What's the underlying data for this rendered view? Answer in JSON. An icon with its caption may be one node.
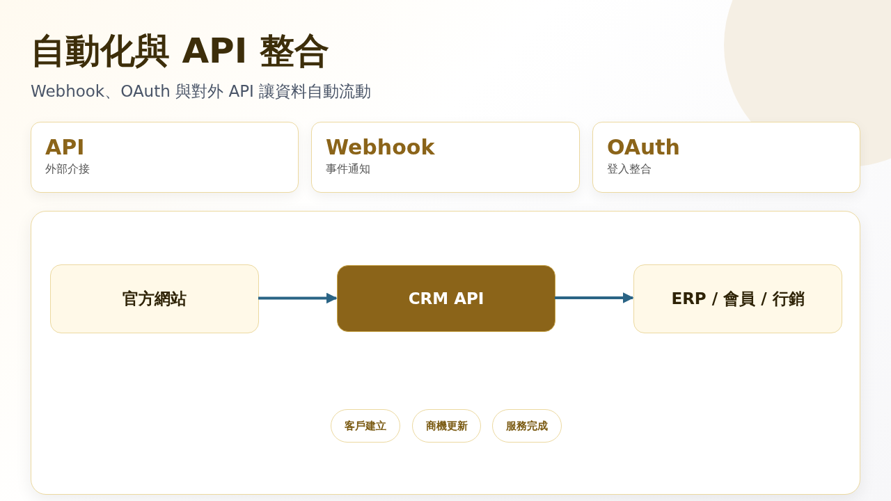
{
  "diagram": {
    "title": "自動化與 API 整合",
    "nodes": [
      {
        "text": [
          "API",
          "外部介接"
        ]
      },
      {
        "text": [
          "Webhook",
          "事件通知"
        ]
      },
      {
        "text": [
          "OAuth",
          "登入整合"
        ]
      },
      {
        "text": [],
        "shape": "box"
      },
      {
        "text": [
          "官方網站"
        ],
        "in": 3
      },
      {
        "text": [
          "CRM API"
        ],
        "in": 3
      },
      {
        "text": [
          "ERP / 會員 / 行銷"
        ],
        "in": 3
      },
      {
        "text": [
          "客戶建立"
        ],
        "in": 3
      },
      {
        "text": [
          "商機更新"
        ],
        "in": 3
      },
      {
        "text": [
          "服務完成"
        ],
        "in": 3
      }
    ],
    "edges": [
      {
        "from": 4,
        "to": 5,
        "arrow": "to"
      },
      {
        "from": 5,
        "to": 6,
        "arrow": "to"
      }
    ],
    "labels": [
      "Webhook、OAuth 與對外 API 讓資料自動流動"
    ]
  }
}
